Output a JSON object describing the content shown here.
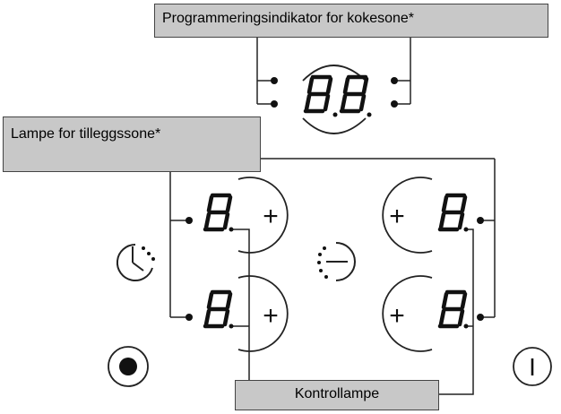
{
  "labels": {
    "programming_indicator": "Programmeringsindikator for kokesone*",
    "extra_zone_lamp": "Lampe for tilleggssone*",
    "control_lamp": "Kontrollampe"
  },
  "symbols": {
    "plus": "+",
    "power": "I"
  },
  "colors": {
    "line": "#222222",
    "label_fill": "#c8c8c8"
  }
}
